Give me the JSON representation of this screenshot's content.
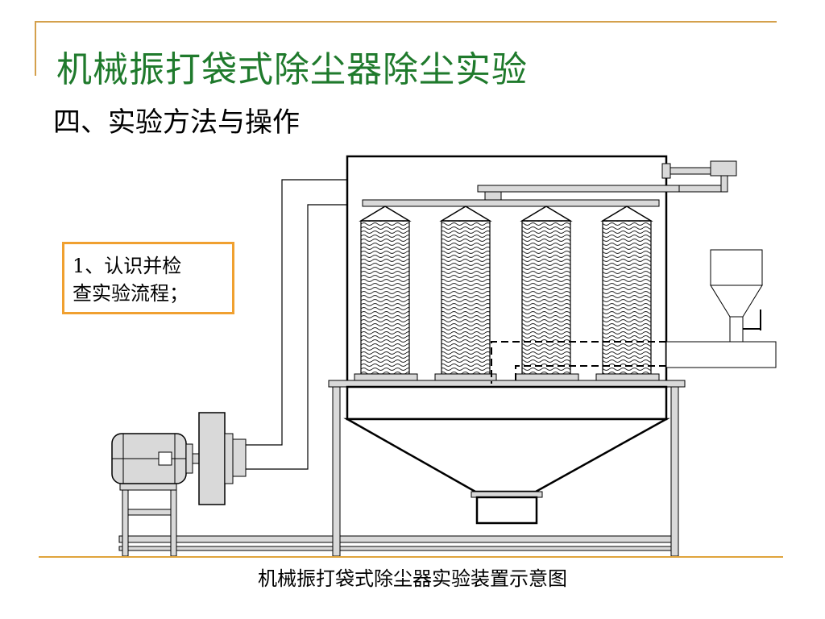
{
  "slide": {
    "title": "机械振打袋式除尘器除尘实验",
    "subtitle": "四、实验方法与操作",
    "step_box": {
      "line1": "1、认识并检",
      "line2": "查实验流程；"
    },
    "caption": "机械振打袋式除尘器实验装置示意图"
  },
  "colors": {
    "title": "#1f7a2c",
    "accent_rule": "#e0a43c",
    "box_border": "#f0a030",
    "equipment_fill": "#d9d9d9",
    "outline": "#000000"
  },
  "diagram": {
    "bag_filter_count": 4
  }
}
